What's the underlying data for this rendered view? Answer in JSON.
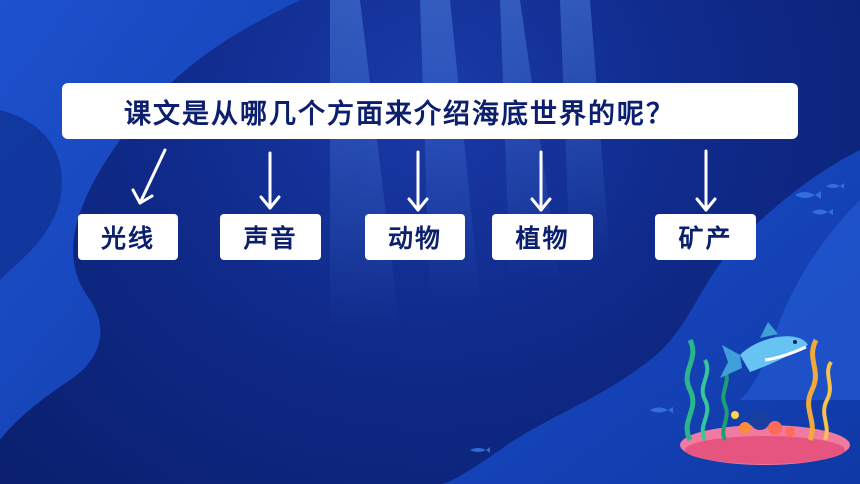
{
  "question": {
    "text": "课文是从哪几个方面来介绍海底世界的呢？"
  },
  "topics": [
    {
      "label": "光线"
    },
    {
      "label": "声音"
    },
    {
      "label": "动物"
    },
    {
      "label": "植物"
    },
    {
      "label": "矿产"
    }
  ],
  "colors": {
    "background": "#0f2a8a",
    "box": "#ffffff",
    "text": "#0c1f6e",
    "arrow": "#ffffff"
  }
}
